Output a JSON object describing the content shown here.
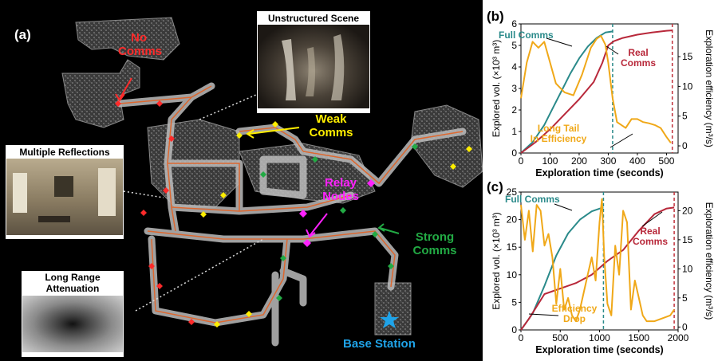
{
  "panel_a": {
    "letter": "(a)",
    "labels": {
      "no_comms": "No Comms",
      "weak_comms": "Weak Comms",
      "relay_nodes": "Relay Nodes",
      "strong_comms": "Strong Comms",
      "base_station": "Base Station"
    },
    "insets": {
      "unstructured": "Unstructured Scene",
      "reflections": "Multiple Reflections",
      "long_range": "Long Range Attenuation"
    },
    "colors": {
      "no_comms": "#ff2a2a",
      "weak_comms": "#ffee00",
      "relay_nodes": "#ff22ff",
      "strong_comms": "#22aa44",
      "base_station": "#1fa3e8"
    },
    "icons": {
      "base_station": "star-icon"
    }
  },
  "chart_data": [
    {
      "panel": "(b)",
      "type": "line",
      "xlabel": "Exploration time (seconds)",
      "ylabel": "Explored vol. (×10³ m³)",
      "y2label": "Exploration efficiency (m³/s)",
      "xlim": [
        0,
        540
      ],
      "ylim": [
        0,
        6
      ],
      "y2lim": [
        -1.2,
        20.5
      ],
      "xticks": [
        "0",
        "100",
        "200",
        "300",
        "400",
        "500"
      ],
      "yticks": [
        "0",
        "1",
        "2",
        "3",
        "4",
        "5",
        "6"
      ],
      "y2ticks": [
        "0",
        "5",
        "10",
        "15"
      ],
      "vlines": [
        {
          "x": 315,
          "color": "#2a8a8a"
        },
        {
          "x": 520,
          "color": "#c0303a"
        }
      ],
      "series": [
        {
          "name": "Full Comms",
          "color": "#2a8a8a",
          "axis": "left",
          "x": [
            0,
            40,
            80,
            110,
            140,
            170,
            200,
            230,
            260,
            290,
            315
          ],
          "y": [
            0,
            0.5,
            1.3,
            2.1,
            2.9,
            3.7,
            4.4,
            4.95,
            5.35,
            5.6,
            5.65
          ]
        },
        {
          "name": "Real Comms",
          "color": "#b8283a",
          "axis": "left",
          "x": [
            0,
            50,
            100,
            150,
            200,
            250,
            280,
            300,
            320,
            350,
            400,
            450,
            500,
            520
          ],
          "y": [
            0,
            0.5,
            1.1,
            1.8,
            2.5,
            3.3,
            4.2,
            5.0,
            5.2,
            5.35,
            5.5,
            5.6,
            5.68,
            5.7
          ]
        },
        {
          "name": "Efficiency",
          "color": "#f0a818",
          "axis": "right",
          "x": [
            0,
            20,
            40,
            60,
            80,
            100,
            120,
            150,
            180,
            210,
            240,
            260,
            275,
            290,
            300,
            315,
            330,
            360,
            380,
            400,
            420,
            440,
            460,
            480,
            500,
            515
          ],
          "y": [
            8,
            14,
            17.5,
            16.5,
            17.5,
            14,
            10.5,
            9,
            8.5,
            12,
            16.5,
            18,
            18.5,
            17,
            14,
            8,
            4,
            3,
            4.5,
            4.5,
            4,
            3.8,
            3.5,
            3,
            1.5,
            0.5
          ]
        }
      ],
      "annotations": {
        "full": "Full Comms",
        "real": "Real Comms",
        "tail": "Long Tail In Efficiency"
      }
    },
    {
      "panel": "(c)",
      "type": "line",
      "xlabel": "Exploration time (seconds)",
      "ylabel": "Explored vol. (×10³ m³)",
      "y2label": "Exploration efficiency (m³/s)",
      "xlim": [
        0,
        2000
      ],
      "ylim": [
        0,
        25
      ],
      "y2lim": [
        -0.5,
        23.2
      ],
      "xticks": [
        "0",
        "500",
        "1000",
        "1500",
        "2000"
      ],
      "yticks": [
        "0",
        "5",
        "10",
        "15",
        "20",
        "25"
      ],
      "y2ticks": [
        "0",
        "5",
        "10",
        "15",
        "20"
      ],
      "vlines": [
        {
          "x": 1050,
          "color": "#2a8a8a"
        },
        {
          "x": 1950,
          "color": "#c0303a"
        }
      ],
      "series": [
        {
          "name": "Full Comms",
          "color": "#2a8a8a",
          "axis": "left",
          "x": [
            0,
            150,
            300,
            450,
            600,
            750,
            900,
            1000,
            1050
          ],
          "y": [
            0,
            3,
            8,
            13.5,
            17.5,
            20,
            21.5,
            22,
            22.2
          ]
        },
        {
          "name": "Real Comms",
          "color": "#b8283a",
          "axis": "left",
          "x": [
            0,
            100,
            300,
            500,
            700,
            900,
            1100,
            1300,
            1500,
            1700,
            1850,
            1950
          ],
          "y": [
            0,
            2,
            6.5,
            7.5,
            8.5,
            10,
            12.5,
            14.5,
            18,
            21,
            22,
            22.2
          ]
        },
        {
          "name": "Efficiency",
          "color": "#f0a818",
          "axis": "right",
          "x": [
            0,
            50,
            100,
            150,
            200,
            250,
            300,
            350,
            400,
            450,
            500,
            550,
            600,
            650,
            700,
            750,
            800,
            850,
            900,
            950,
            1000,
            1030,
            1060,
            1100,
            1150,
            1200,
            1250,
            1300,
            1350,
            1400,
            1450,
            1500,
            1550,
            1600,
            1700,
            1800,
            1900,
            1950
          ],
          "y": [
            21,
            15,
            20,
            13,
            21,
            20,
            14,
            16,
            12,
            4,
            10,
            3,
            5,
            2,
            1,
            3,
            6,
            9,
            12,
            8,
            18,
            22,
            12,
            4,
            2,
            14,
            9,
            20,
            18,
            3,
            8,
            5,
            2,
            1,
            1,
            1.5,
            2,
            3
          ]
        }
      ],
      "annotations": {
        "full": "Full Comms",
        "real": "Real Comms",
        "drop": "Efficiency Drop"
      }
    }
  ]
}
